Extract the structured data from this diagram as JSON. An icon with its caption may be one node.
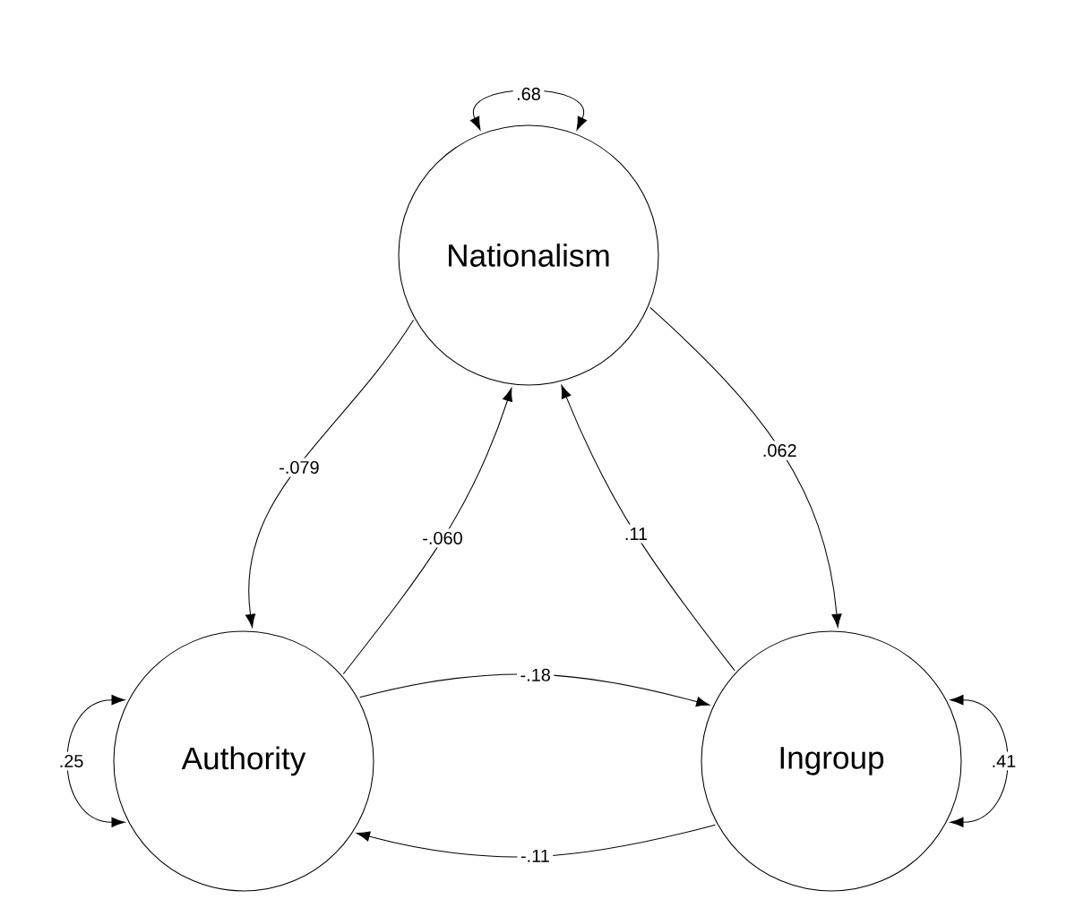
{
  "diagram": {
    "nodes": [
      {
        "text": [
          "Nationalism"
        ]
      },
      {
        "text": [
          "Authority"
        ]
      },
      {
        "text": [
          "Ingroup"
        ]
      }
    ],
    "edges": [
      {
        "from": 0,
        "to": 0,
        "arrow": "both",
        "label": ".68"
      },
      {
        "from": 0,
        "to": 1,
        "arrow": "to",
        "label": "-.079"
      },
      {
        "from": 1,
        "to": 0,
        "arrow": "to",
        "label": "-.060"
      },
      {
        "from": 2,
        "to": 0,
        "arrow": "to",
        "label": ".11"
      },
      {
        "from": 0,
        "to": 2,
        "arrow": "to",
        "label": ".062"
      },
      {
        "from": 1,
        "to": 2,
        "arrow": "to",
        "label": "-.18"
      },
      {
        "from": 2,
        "to": 1,
        "arrow": "to",
        "label": "-.11"
      },
      {
        "from": 1,
        "to": 1,
        "arrow": "both",
        "label": ".25"
      },
      {
        "from": 2,
        "to": 2,
        "arrow": "both",
        "label": ".41"
      }
    ]
  }
}
